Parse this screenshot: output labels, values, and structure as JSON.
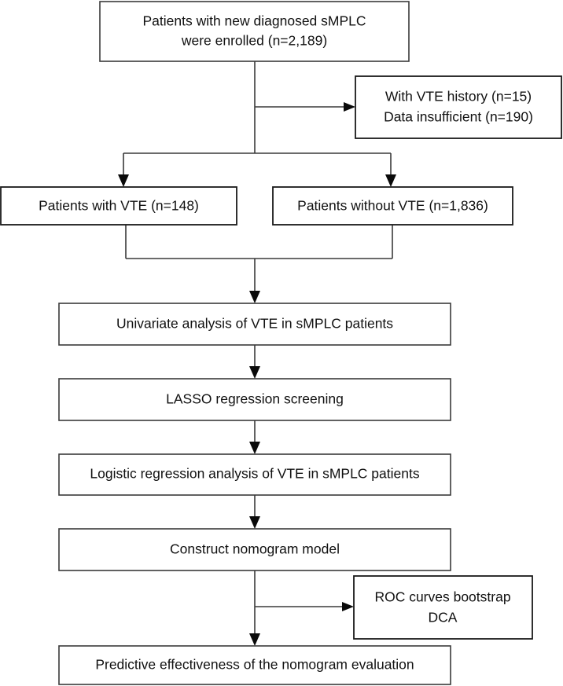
{
  "figure": {
    "kind": "study-flow-diagram",
    "background_color": "#ffffff",
    "line_color": "#3a3a3a",
    "text_color": "#111111"
  },
  "nodes": {
    "enrolled": {
      "line1": "Patients with new diagnosed sMPLC",
      "line2": "were enrolled (n=2,189)"
    },
    "excluded": {
      "line1": "With VTE history (n=15)",
      "line2": "Data insufficient (n=190)"
    },
    "with_vte": {
      "line1": "Patients with VTE (n=148)"
    },
    "without_vte": {
      "line1": "Patients without VTE (n=1,836)"
    },
    "univariate": {
      "line1": "Univariate analysis of VTE in sMPLC patients"
    },
    "lasso": {
      "line1": "LASSO regression screening"
    },
    "logistic": {
      "line1": "Logistic regression analysis of VTE in sMPLC patients"
    },
    "nomogram": {
      "line1": "Construct nomogram model"
    },
    "validation": {
      "line1": "ROC curves bootstrap",
      "line2": "DCA"
    },
    "predictive": {
      "line1": "Predictive effectiveness of the nomogram evaluation"
    }
  },
  "connectors": {
    "trunk_from_enrolled": "vertical",
    "branch_to_excluded": "right-arrow",
    "split_to_vte_groups": "split-two-down-arrows",
    "merge_from_vte_groups": "merge-down-arrow",
    "univariate_to_lasso": "down-arrow",
    "lasso_to_logistic": "down-arrow",
    "logistic_to_nomogram": "down-arrow",
    "nomogram_to_validation": "right-arrow",
    "nomogram_to_predictive": "down-arrow"
  }
}
